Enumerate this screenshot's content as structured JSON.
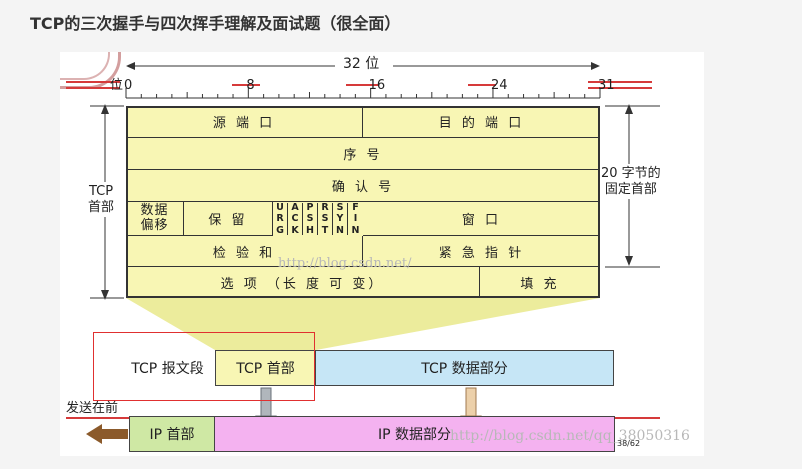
{
  "page": {
    "title": "TCP的三次握手与四次挥手理解及面试题（很全面）"
  },
  "header": {
    "bits_label": "32 位",
    "bit_prefix": "位",
    "bit_ticks": [
      "0",
      "8",
      "16",
      "24",
      "31"
    ]
  },
  "tcp_header": {
    "source_port": "源 端 口",
    "dest_port": "目 的 端 口",
    "sequence": "序 号",
    "ack_number": "确 认 号",
    "data_offset_line1": "数据",
    "data_offset_line2": "偏移",
    "reserved": "保 留",
    "flags": [
      [
        "U",
        "R",
        "G"
      ],
      [
        "A",
        "C",
        "K"
      ],
      [
        "P",
        "S",
        "H"
      ],
      [
        "R",
        "S",
        "T"
      ],
      [
        "S",
        "Y",
        "N"
      ],
      [
        "F",
        "I",
        "N"
      ]
    ],
    "window": "窗 口",
    "checksum": "检 验 和",
    "urgent_pointer": "紧 急 指 针",
    "options": "选 项 （长 度 可 变）",
    "padding": "填 充"
  },
  "side_labels": {
    "tcp_line1": "TCP",
    "tcp_line2": "首部",
    "fixed_line1": "20 字节的",
    "fixed_line2": "固定首部"
  },
  "segment": {
    "label": "TCP 报文段",
    "header": "TCP 首部",
    "data": "TCP 数据部分"
  },
  "ip_packet": {
    "send_first": "发送在前",
    "header": "IP 首部",
    "data": "IP 数据部分"
  },
  "watermarks": {
    "center": "http://blog.csdn.net/",
    "bottom": "http://blog.csdn.net/qq_38050316",
    "page_number": "38/62"
  },
  "colors": {
    "header_fill": "#f8f6b4",
    "funnel_fill": "#ecec9c",
    "tcp_data_fill": "#c6e6f6",
    "ip_data_fill": "#f4b2f0",
    "ip_header_fill": "#cfe8a4",
    "highlight_border": "#e03030",
    "arrow_brown": "#8b5a2b",
    "red_line": "#d63a3a"
  }
}
